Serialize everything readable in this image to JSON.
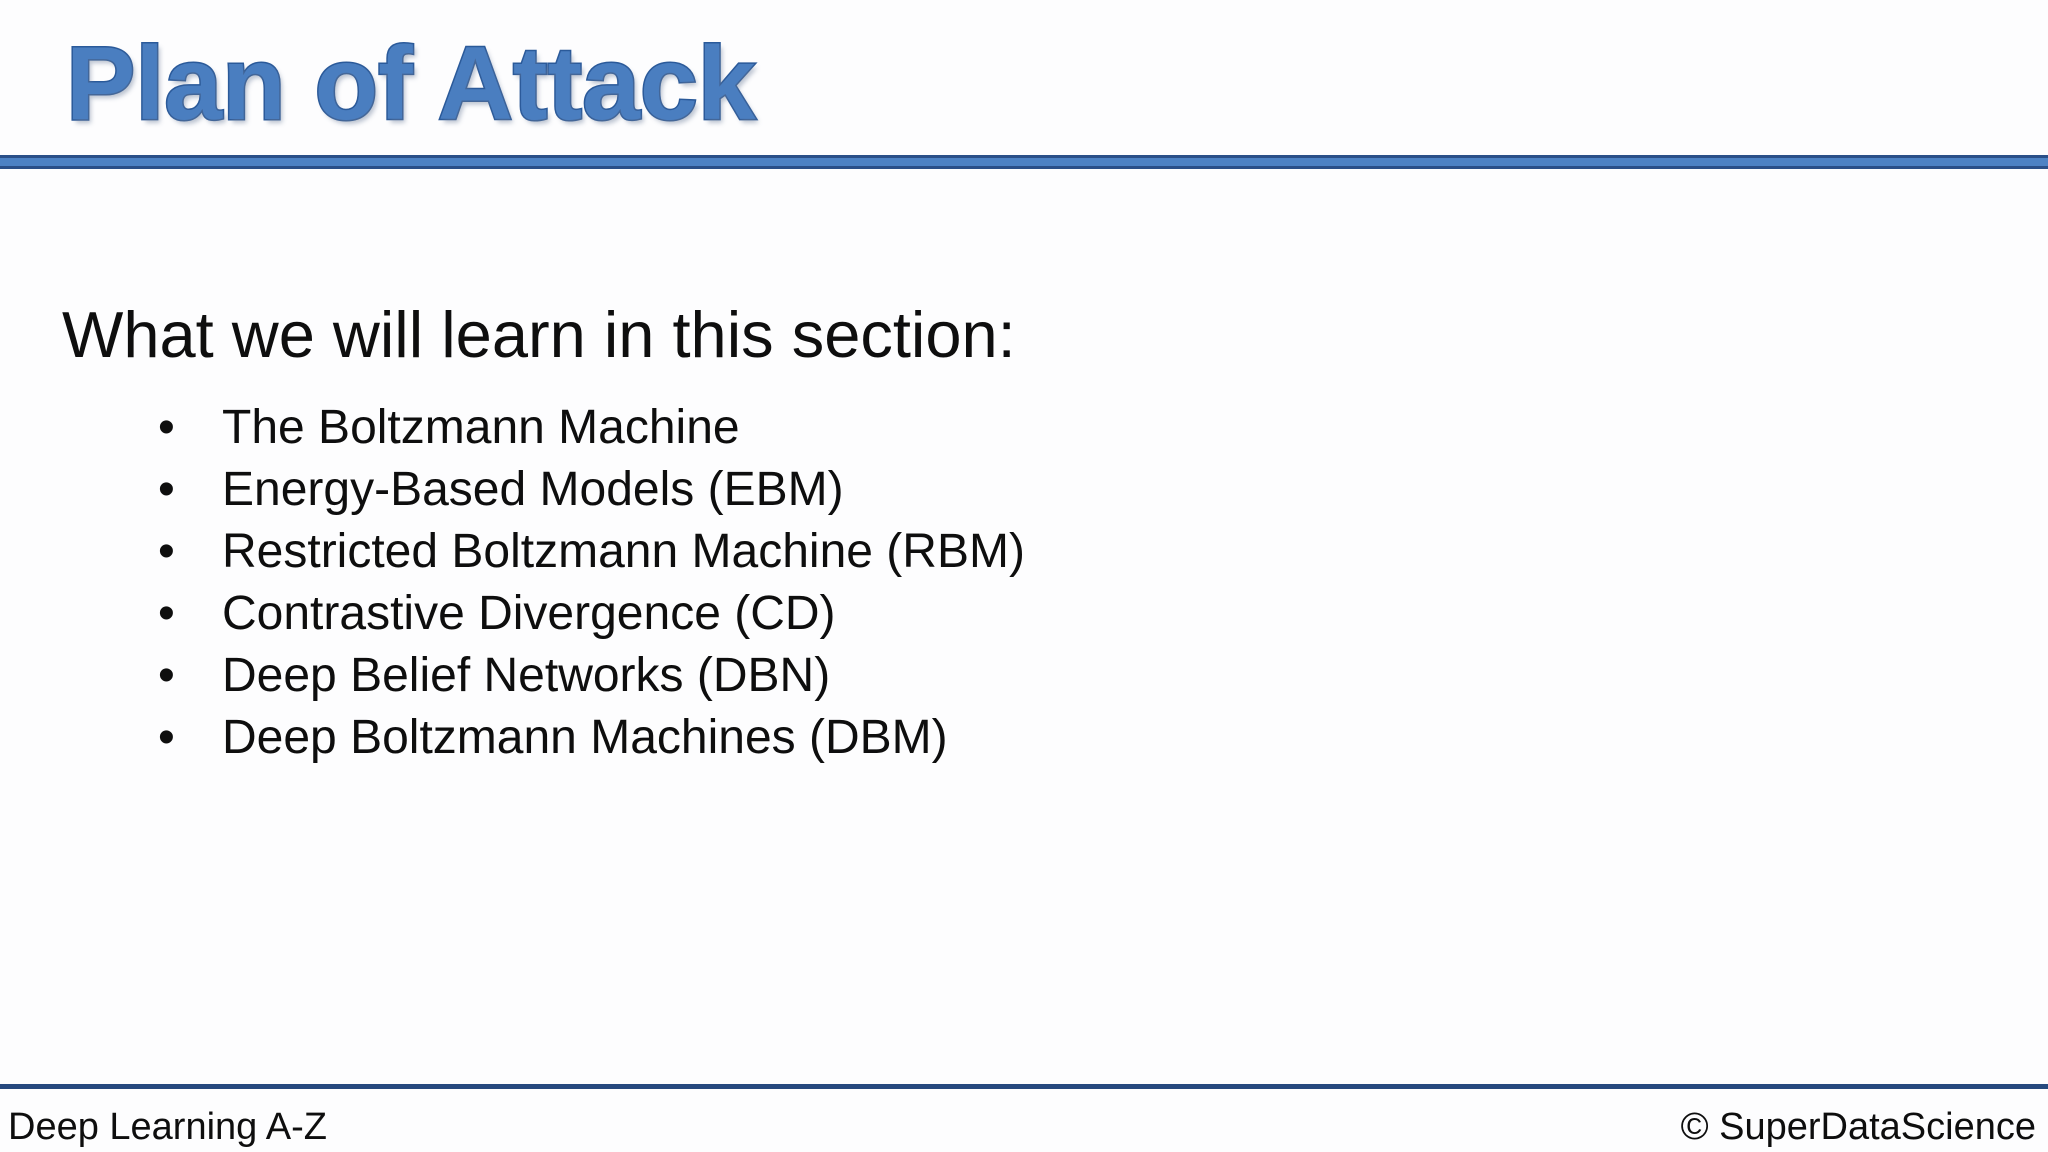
{
  "slide": {
    "title": "Plan of Attack",
    "heading": "What we will learn in this section:",
    "bullets": [
      "The Boltzmann Machine",
      "Energy-Based Models (EBM)",
      "Restricted Boltzmann Machine (RBM)",
      "Contrastive Divergence (CD)",
      "Deep Belief Networks (DBN)",
      "Deep Boltzmann Machines (DBM)"
    ],
    "footer": {
      "left": "Deep Learning A-Z",
      "right": "© SuperDataScience"
    },
    "colors": {
      "title_fill": "#4a7ec0",
      "title_outline": "#2b5a9a",
      "divider_fill": "#4d82c4",
      "divider_edge": "#2a4f88",
      "footer_line": "#26497e",
      "text_color": "#0e0e0e",
      "background": "#fdfdfe"
    }
  }
}
